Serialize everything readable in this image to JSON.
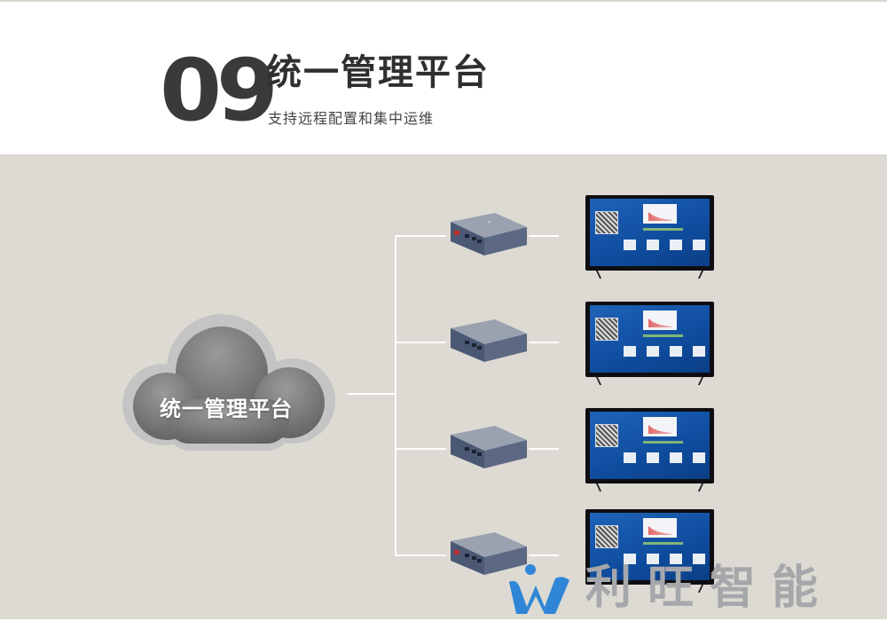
{
  "header": {
    "number": "09",
    "title": "统一管理平台",
    "subtitle": "支持远程配置和集中运维"
  },
  "diagram": {
    "cloud_label": "统一管理平台",
    "devices": 4,
    "colors": {
      "background": "#dddad3",
      "connector": "#ffffff",
      "cloud_outer": "#b7b7b7",
      "cloud_inner": "#7f7f7f",
      "box_body": "#536079",
      "screen_blue": "#1556a8"
    },
    "icons": [
      "cloud-icon",
      "mini-pc-icon",
      "monitor-icon"
    ]
  },
  "brand": {
    "name": "利旺智能",
    "logo_icon": "lw-logo-icon",
    "logo_color": "#2f86d6"
  }
}
